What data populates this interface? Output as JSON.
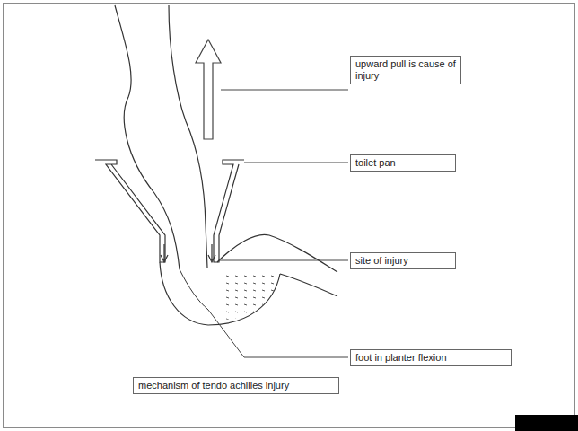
{
  "diagram": {
    "nodes": [
      {
        "text": [
          "upward pull is cause of injury"
        ]
      },
      {
        "text": [
          "toilet pan"
        ]
      },
      {
        "text": [
          "site of injury"
        ]
      },
      {
        "text": [
          "foot in planter flexion"
        ]
      },
      {
        "text": [
          "mechanism of tendo achilles injury"
        ]
      }
    ]
  }
}
